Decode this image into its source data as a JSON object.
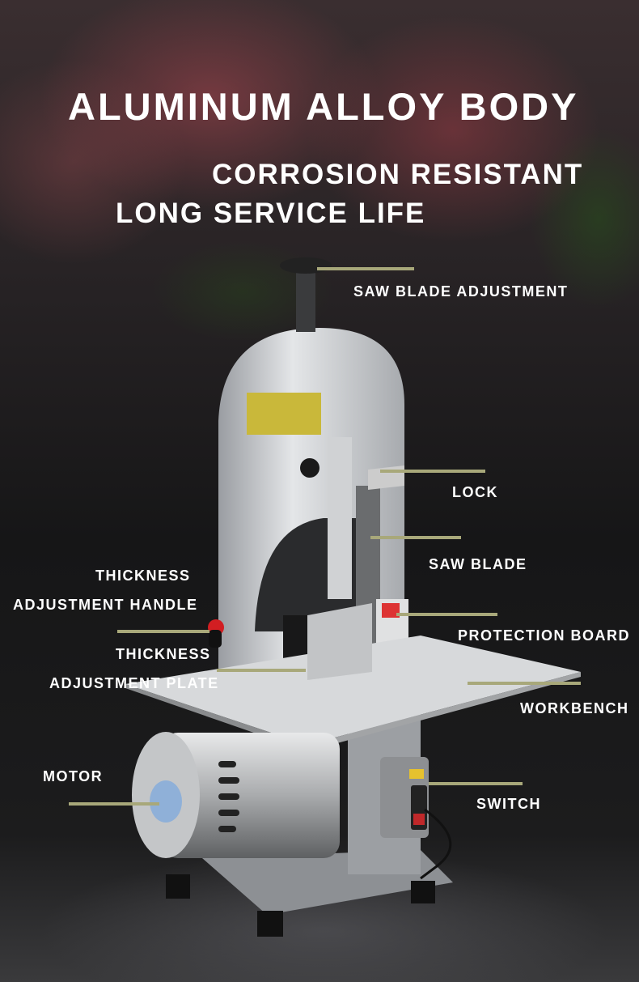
{
  "headline": {
    "title": "ALUMINUM ALLOY BODY",
    "subtitle_1": "CORROSION RESISTANT",
    "subtitle_2": "LONG SERVICE LIFE"
  },
  "labels": {
    "saw_blade_adjustment": "SAW BLADE ADJUSTMENT",
    "lock": "LOCK",
    "saw_blade": "SAW BLADE",
    "thickness_handle_1": "THICKNESS",
    "thickness_handle_2": "ADJUSTMENT HANDLE",
    "protection_board": "PROTECTION BOARD",
    "thickness_plate_1": "THICKNESS",
    "thickness_plate_2": "ADJUSTMENT PLATE",
    "workbench": "WORKBENCH",
    "motor": "MOTOR",
    "switch": "SWITCH"
  },
  "colors": {
    "leader_line": "#a8a87a",
    "text": "#ffffff"
  }
}
